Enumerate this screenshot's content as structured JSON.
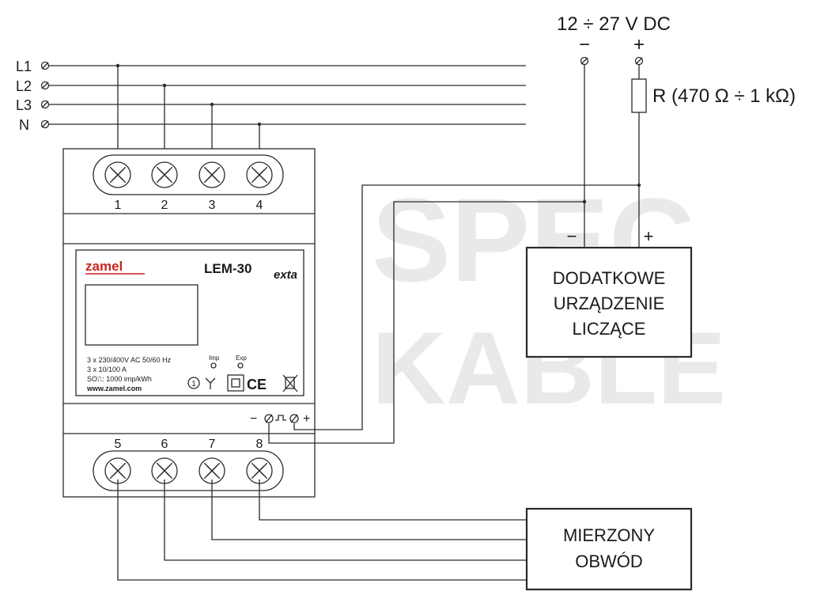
{
  "supply": {
    "label": "12 ÷ 27 V DC",
    "minus": "−",
    "plus": "+"
  },
  "resistor_label": "R (470 Ω ÷ 1 kΩ)",
  "phases": [
    "L1",
    "L2",
    "L3",
    "N"
  ],
  "terminals_top": [
    "1",
    "2",
    "3",
    "4"
  ],
  "terminals_bottom": [
    "5",
    "6",
    "7",
    "8"
  ],
  "meter": {
    "brand": "zamel",
    "model": "LEM-30",
    "exta": "exta",
    "spec_lines": [
      "3 x 230/400V AC 50/60 Hz",
      "3 x 10/100 A",
      "SO⎍: 1000 imp/kWh"
    ],
    "website": "www.zamel.com",
    "imp_label": "Imp",
    "exp_label": "Exp",
    "so_minus": "−",
    "so_plus": "+",
    "class_mark": "1",
    "ce_mark": "CE"
  },
  "counter_device": {
    "lines": [
      "DODATKOWE",
      "URZĄDZENIE",
      "LICZĄCE"
    ],
    "minus": "−",
    "plus": "+"
  },
  "measured_circuit": {
    "lines": [
      "MIERZONY",
      "OBWÓD"
    ]
  },
  "watermark": {
    "line1": "SPEC",
    "line2": "KABLE"
  }
}
